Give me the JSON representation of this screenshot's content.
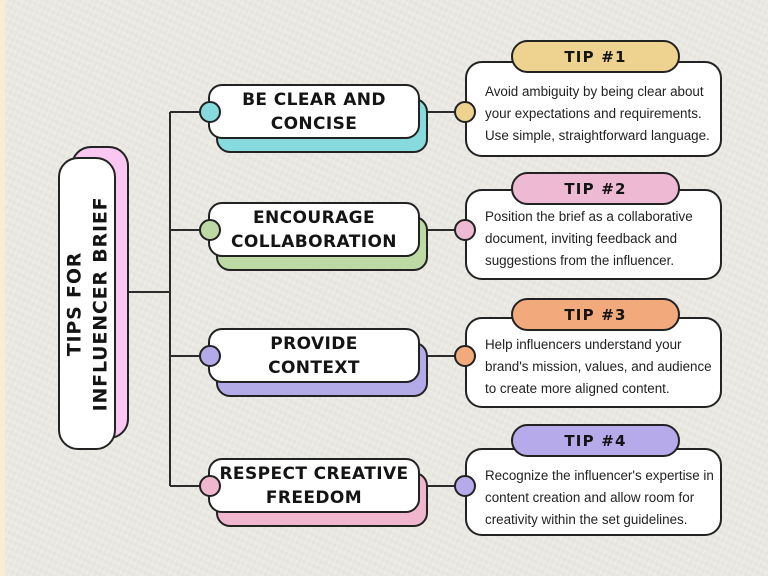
{
  "colors": {
    "background": "#eae8e2",
    "edge_strip": "#f8ecd2",
    "wire": "#2b2b2b",
    "title_accent": "#f9c7f2"
  },
  "title": {
    "line1": "TIPS FOR",
    "line2": "INFLUENCER BRIEF"
  },
  "branches": [
    {
      "node_line1": "BE CLEAR AND",
      "node_line2": "CONCISE",
      "accent": "#87dade",
      "tip": {
        "label": "TIP #1",
        "accent": "#edd290",
        "line1": "Avoid ambiguity by being clear about",
        "line2": "your expectations and requirements.",
        "line3": "Use simple, straightforward language."
      }
    },
    {
      "node_line1": "ENCOURAGE",
      "node_line2": "COLLABORATION",
      "accent": "#bedaa4",
      "tip": {
        "label": "TIP #2",
        "accent": "#eebad3",
        "line1": "Position the brief as a collaborative",
        "line2": "document, inviting feedback and",
        "line3": "suggestions from the influencer."
      }
    },
    {
      "node_line1": "PROVIDE",
      "node_line2": "CONTEXT",
      "accent": "#b3abe7",
      "tip": {
        "label": "TIP #3",
        "accent": "#f2a97c",
        "line1": "Help influencers understand your",
        "line2": "brand's mission, values, and audience",
        "line3": "to create more aligned content."
      }
    },
    {
      "node_line1": "RESPECT CREATIVE",
      "node_line2": "FREEDOM",
      "accent": "#f0b6cd",
      "tip": {
        "label": "TIP #4",
        "accent": "#b7aaeb",
        "line1": "Recognize the influencer's expertise in",
        "line2": "content creation and allow room for",
        "line3": "creativity within the set guidelines."
      }
    }
  ]
}
